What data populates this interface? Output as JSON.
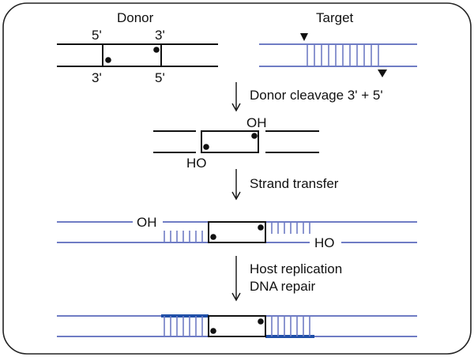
{
  "colors": {
    "donor": "#111111",
    "target": "#6f7cc4",
    "repair": "#1f4fa8",
    "frame": "#222222"
  },
  "labels": {
    "donor_title": "Donor",
    "target_title": "Target",
    "donor_top_left": "5'",
    "donor_top_right": "3'",
    "donor_bottom_left": "3'",
    "donor_bottom_right": "5'",
    "step1": "Donor cleavage 3' + 5'",
    "cleaved_oh": "OH",
    "cleaved_ho": "HO",
    "step2": "Strand transfer",
    "transfer_oh": "OH",
    "transfer_ho": "HO",
    "step3_line1": "Host replication",
    "step3_line2": "DNA repair"
  },
  "icons": {
    "arrow": "down-arrow-icon",
    "cleavage_mark": "triangle-marker-icon",
    "end_marker": "dot-icon"
  }
}
